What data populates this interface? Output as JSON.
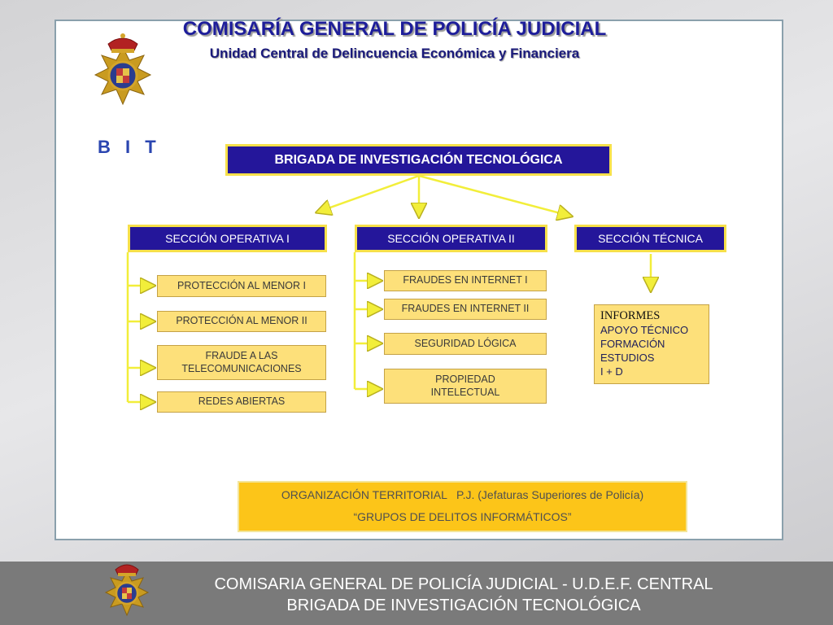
{
  "header": {
    "title": "COMISARÍA GENERAL DE POLICÍA JUDICIAL",
    "subtitle": "Unidad Central de Delincuencia Económica y Financiera",
    "bit_label": "B I T"
  },
  "org_chart": {
    "root": "BRIGADA  DE INVESTIGACIÓN TECNOLÓGICA",
    "sections": [
      {
        "label": "SECCIÓN OPERATIVA I",
        "items": [
          "PROTECCIÓN AL MENOR I",
          "PROTECCIÓN AL MENOR II",
          "FRAUDE A LAS TELECOMUNICACIONES",
          "REDES ABIERTAS"
        ]
      },
      {
        "label": "SECCIÓN OPERATIVA II",
        "items": [
          "FRAUDES EN INTERNET I",
          "FRAUDES EN INTERNET II",
          "SEGURIDAD LÓGICA",
          "PROPIEDAD INTELECTUAL"
        ]
      },
      {
        "label": "SECCIÓN TÉCNICA",
        "items": [
          "INFORMES",
          "APOYO TÉCNICO",
          "FORMACIÓN",
          "ESTUDIOS",
          "I + D"
        ]
      }
    ],
    "territorial": {
      "line1": "ORGANIZACIÓN TERRITORIAL   P.J. (Jefaturas Superiores de Policía)",
      "line2": "“GRUPOS DE DELITOS INFORMÁTICOS”"
    }
  },
  "footer": {
    "line1": "COMISARIA GENERAL DE POLICÍA JUDICIAL - U.D.E.F. CENTRAL",
    "line2": "BRIGADA DE INVESTIGACIÓN TECNOLÓGICA"
  },
  "colors": {
    "header_fill": "#24169a",
    "header_border": "#f6e04a",
    "item_fill": "#fde07a",
    "territorial_fill": "#fcc519",
    "connector": "#f2ee3a",
    "title_text": "#1d1d9a"
  }
}
